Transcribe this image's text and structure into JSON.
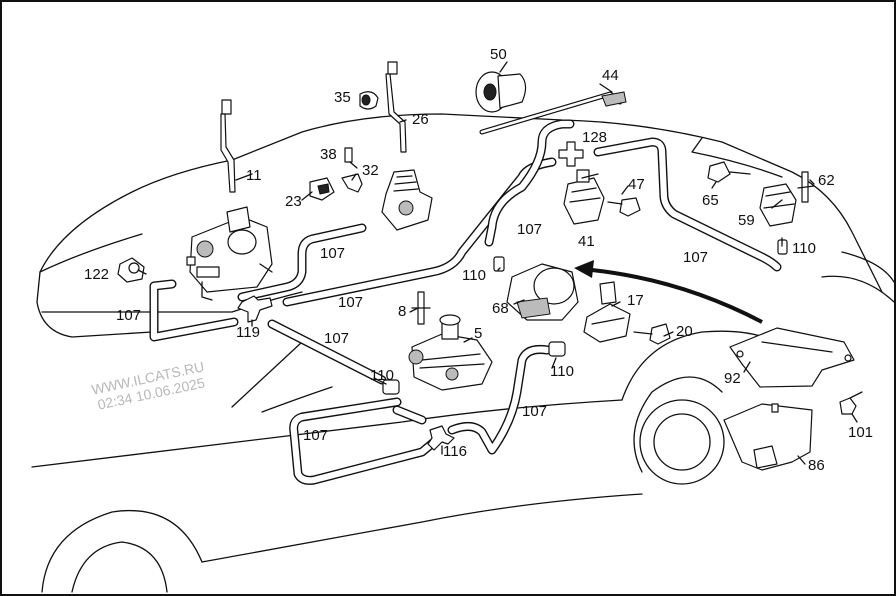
{
  "watermark": {
    "line1": "WWW.ILCATS.RU",
    "line2": "02:34 10.06.2025"
  },
  "callouts": {
    "c5": "5",
    "c8": "8",
    "c11": "11",
    "c17": "17",
    "c20": "20",
    "c23": "23",
    "c26": "26",
    "c32": "32",
    "c35": "35",
    "c38": "38",
    "c41": "41",
    "c44": "44",
    "c47": "47",
    "c50": "50",
    "c59": "59",
    "c62": "62",
    "c65": "65",
    "c68": "68",
    "c86": "86",
    "c92": "92",
    "c101": "101",
    "c107": "107",
    "c110": "110",
    "c116": "116",
    "c119": "119",
    "c122": "122",
    "c128": "128"
  }
}
